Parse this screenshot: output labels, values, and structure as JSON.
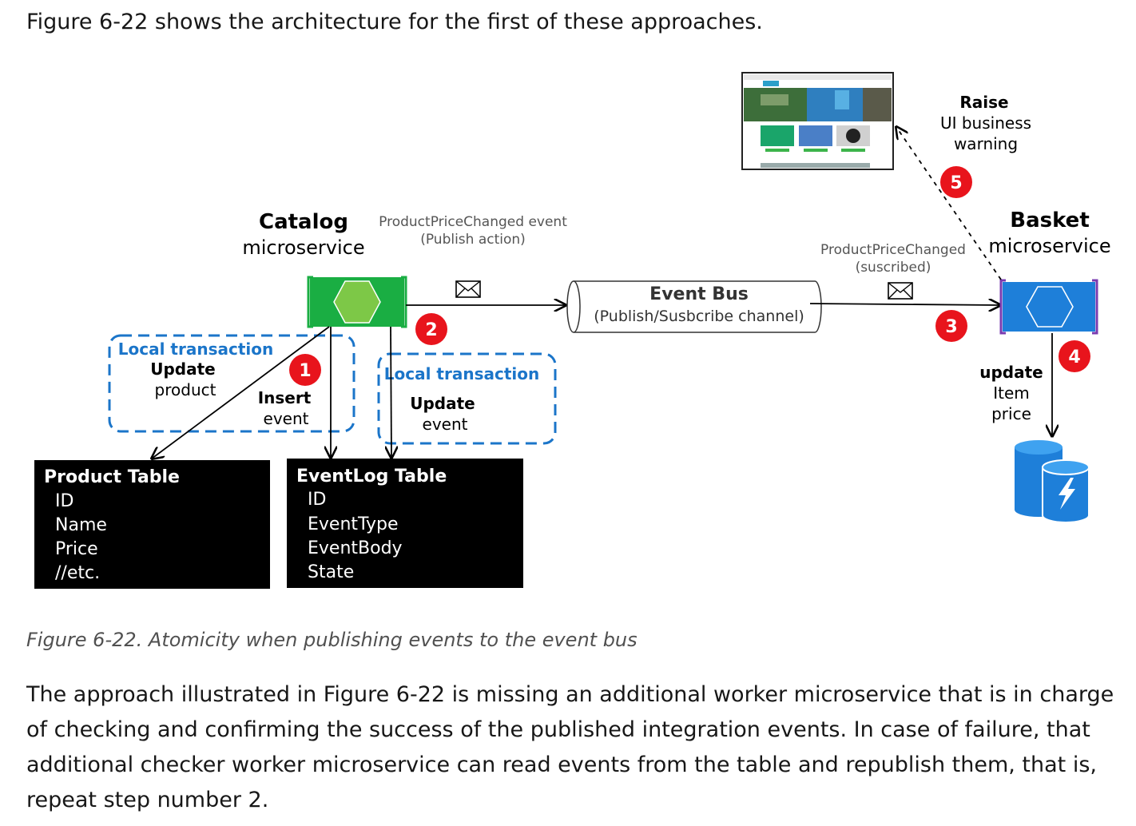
{
  "intro": "Figure 6-22 shows the architecture for the first of these approaches.",
  "caption": "Figure 6-22. Atomicity when publishing events to the event bus",
  "body_lines": [
    "The approach illustrated in Figure 6-22 is missing an additional worker microservice that is in charge",
    "of checking and confirming the success of the published integration events. In case of failure, that",
    "additional checker worker microservice can read events from the table and republish them, that is,",
    "repeat step number 2."
  ],
  "diagram": {
    "catalog": {
      "title": "Catalog",
      "subtitle": "microservice"
    },
    "basket": {
      "title": "Basket",
      "subtitle": "microservice"
    },
    "publish_label": {
      "line1": "ProductPriceChanged event",
      "line2": "(Publish action)"
    },
    "subscribe_label": {
      "line1": "ProductPriceChanged",
      "line2": "(suscribed)"
    },
    "event_bus": {
      "title": "Event Bus",
      "subtitle": "(Publish/Susbcribe channel)"
    },
    "local_tx_1": {
      "title": "Local transaction",
      "action": "Update",
      "object": "product"
    },
    "insert_label": {
      "action": "Insert",
      "object": "event"
    },
    "local_tx_2": {
      "title": "Local transaction",
      "action": "Update",
      "object": "event"
    },
    "product_table": {
      "title": "Product Table",
      "fields": [
        "ID",
        "Name",
        "Price",
        "//etc."
      ]
    },
    "eventlog_table": {
      "title": "EventLog Table",
      "fields": [
        "ID",
        "EventType",
        "EventBody",
        "State"
      ]
    },
    "raise_label": {
      "action": "Raise",
      "line2": "UI business",
      "line3": "warning"
    },
    "update_label": {
      "action": "update",
      "line2": "Item",
      "line3": "price"
    },
    "steps": [
      "1",
      "2",
      "3",
      "4",
      "5"
    ],
    "colors": {
      "catalog_green": "#1aae43",
      "hexagon_green": "#7dc847",
      "basket_blue": "#1e7fd9",
      "basket_bracket": "#7a3bb0",
      "step_red": "#e8141c",
      "tx_blue": "#1b75c9",
      "table_black": "#000000"
    },
    "icons": [
      "envelope-icon",
      "hexagon-icon",
      "database-icon",
      "webpage-screenshot"
    ]
  }
}
